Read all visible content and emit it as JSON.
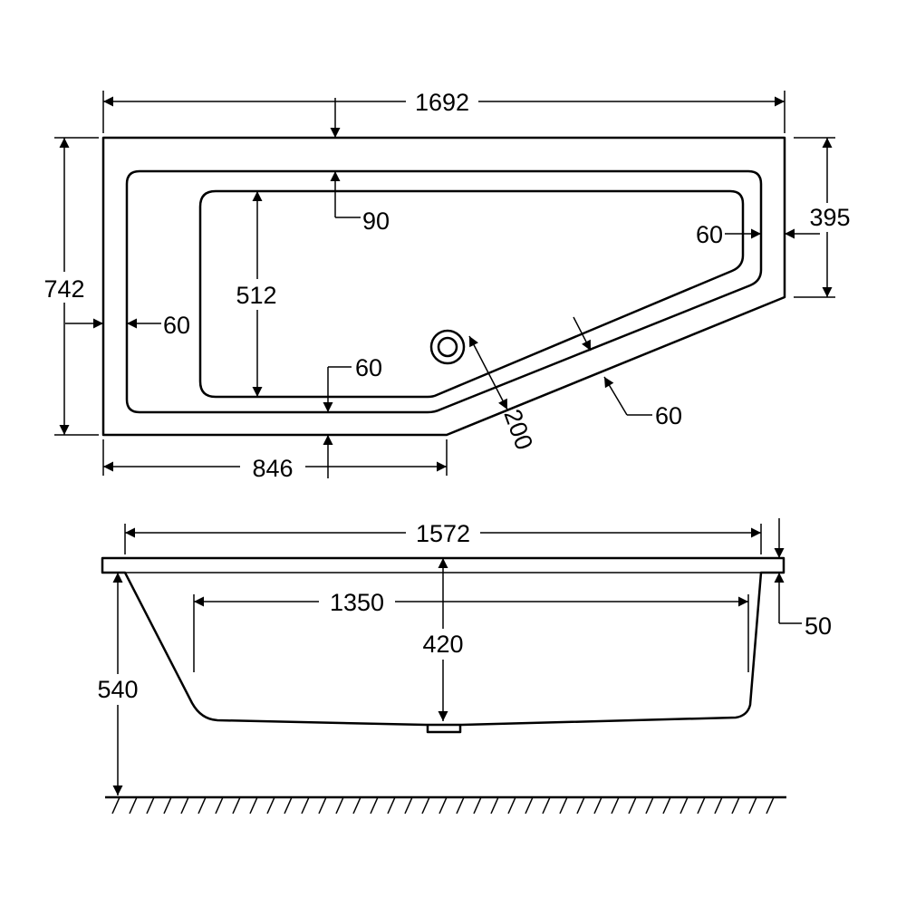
{
  "top_view": {
    "overall_length": "1692",
    "overall_width": "742",
    "narrow_end_width": "395",
    "rim_top": "90",
    "end_rim_right": "60",
    "inner_width": "512",
    "rim_left": "60",
    "rim_front": "60",
    "straight_front_length": "846",
    "waste_offset": "200",
    "angled_rim": "60"
  },
  "side_view": {
    "top_length": "1572",
    "rim_thickness": "50",
    "base_length": "1350",
    "depth": "420",
    "height": "540"
  }
}
